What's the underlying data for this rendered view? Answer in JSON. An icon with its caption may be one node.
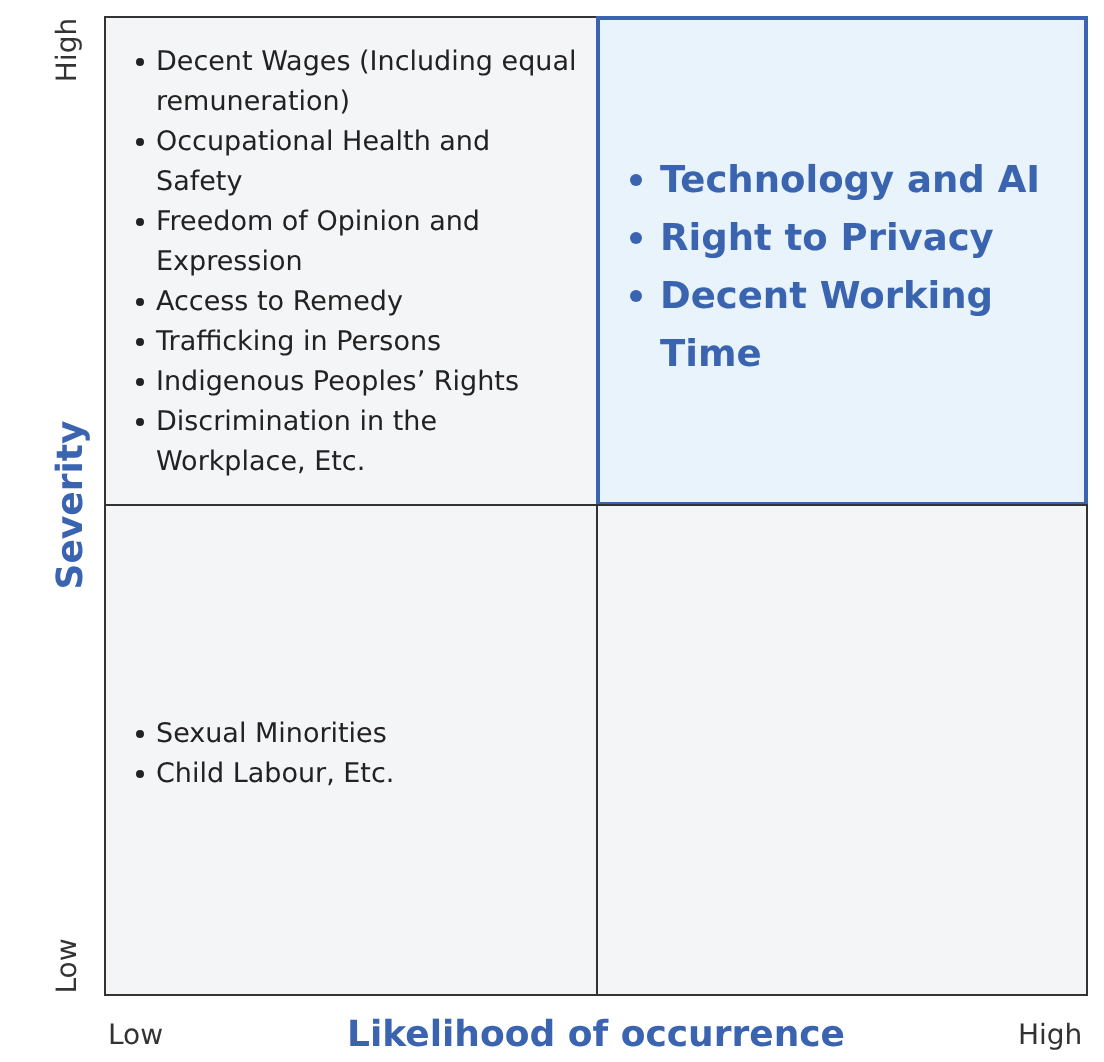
{
  "diagram": {
    "nodes": [
      {
        "text": [
          "Decent Wages (Including equal remuneration)",
          "Occupational Health and Safety",
          "Freedom of Opinion and Expression",
          "Access to Remedy",
          "Trafficking in Persons",
          "Indigenous Peoples’ Rights",
          "Discrimination in the Workplace, Etc."
        ]
      },
      {
        "text": [
          "Technology and AI",
          "Right to Privacy",
          "Decent Working Time"
        ]
      },
      {
        "text": [
          "Sexual Minorities",
          "Child Labour, Etc."
        ]
      },
      {
        "text": [],
        "shape": "box"
      }
    ],
    "edges": [],
    "labels": [
      "High",
      "Severity",
      "Low",
      "Low",
      "Likelihood of occurrence",
      "High"
    ]
  }
}
